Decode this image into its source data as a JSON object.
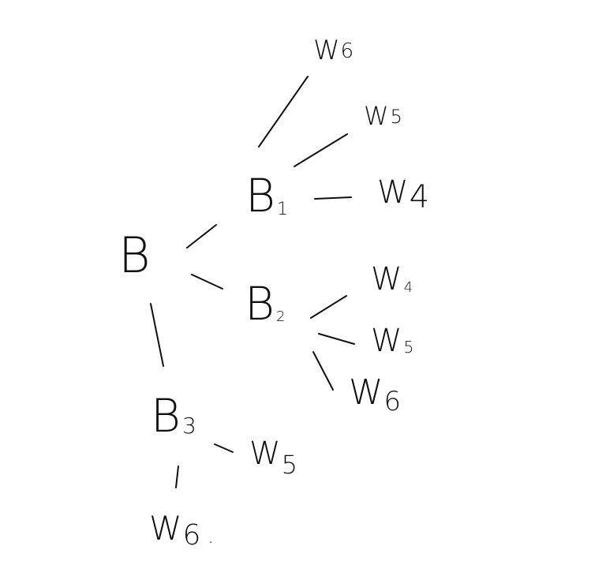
{
  "tree": {
    "root": {
      "base": "B",
      "sub": ""
    },
    "branches": [
      {
        "node": {
          "base": "B",
          "sub": "1"
        },
        "leaves": [
          {
            "base": "W",
            "sub": "6"
          },
          {
            "base": "W",
            "sub": "5"
          },
          {
            "base": "W",
            "sub": "4"
          }
        ]
      },
      {
        "node": {
          "base": "B",
          "sub": "2"
        },
        "leaves": [
          {
            "base": "W",
            "sub": "4"
          },
          {
            "base": "W",
            "sub": "5"
          },
          {
            "base": "W",
            "sub": "6"
          }
        ]
      },
      {
        "node": {
          "base": "B",
          "sub": "3"
        },
        "leaves": [
          {
            "base": "W",
            "sub": "5"
          },
          {
            "base": "W",
            "sub": "6"
          }
        ]
      }
    ],
    "trailing_mark": "."
  }
}
